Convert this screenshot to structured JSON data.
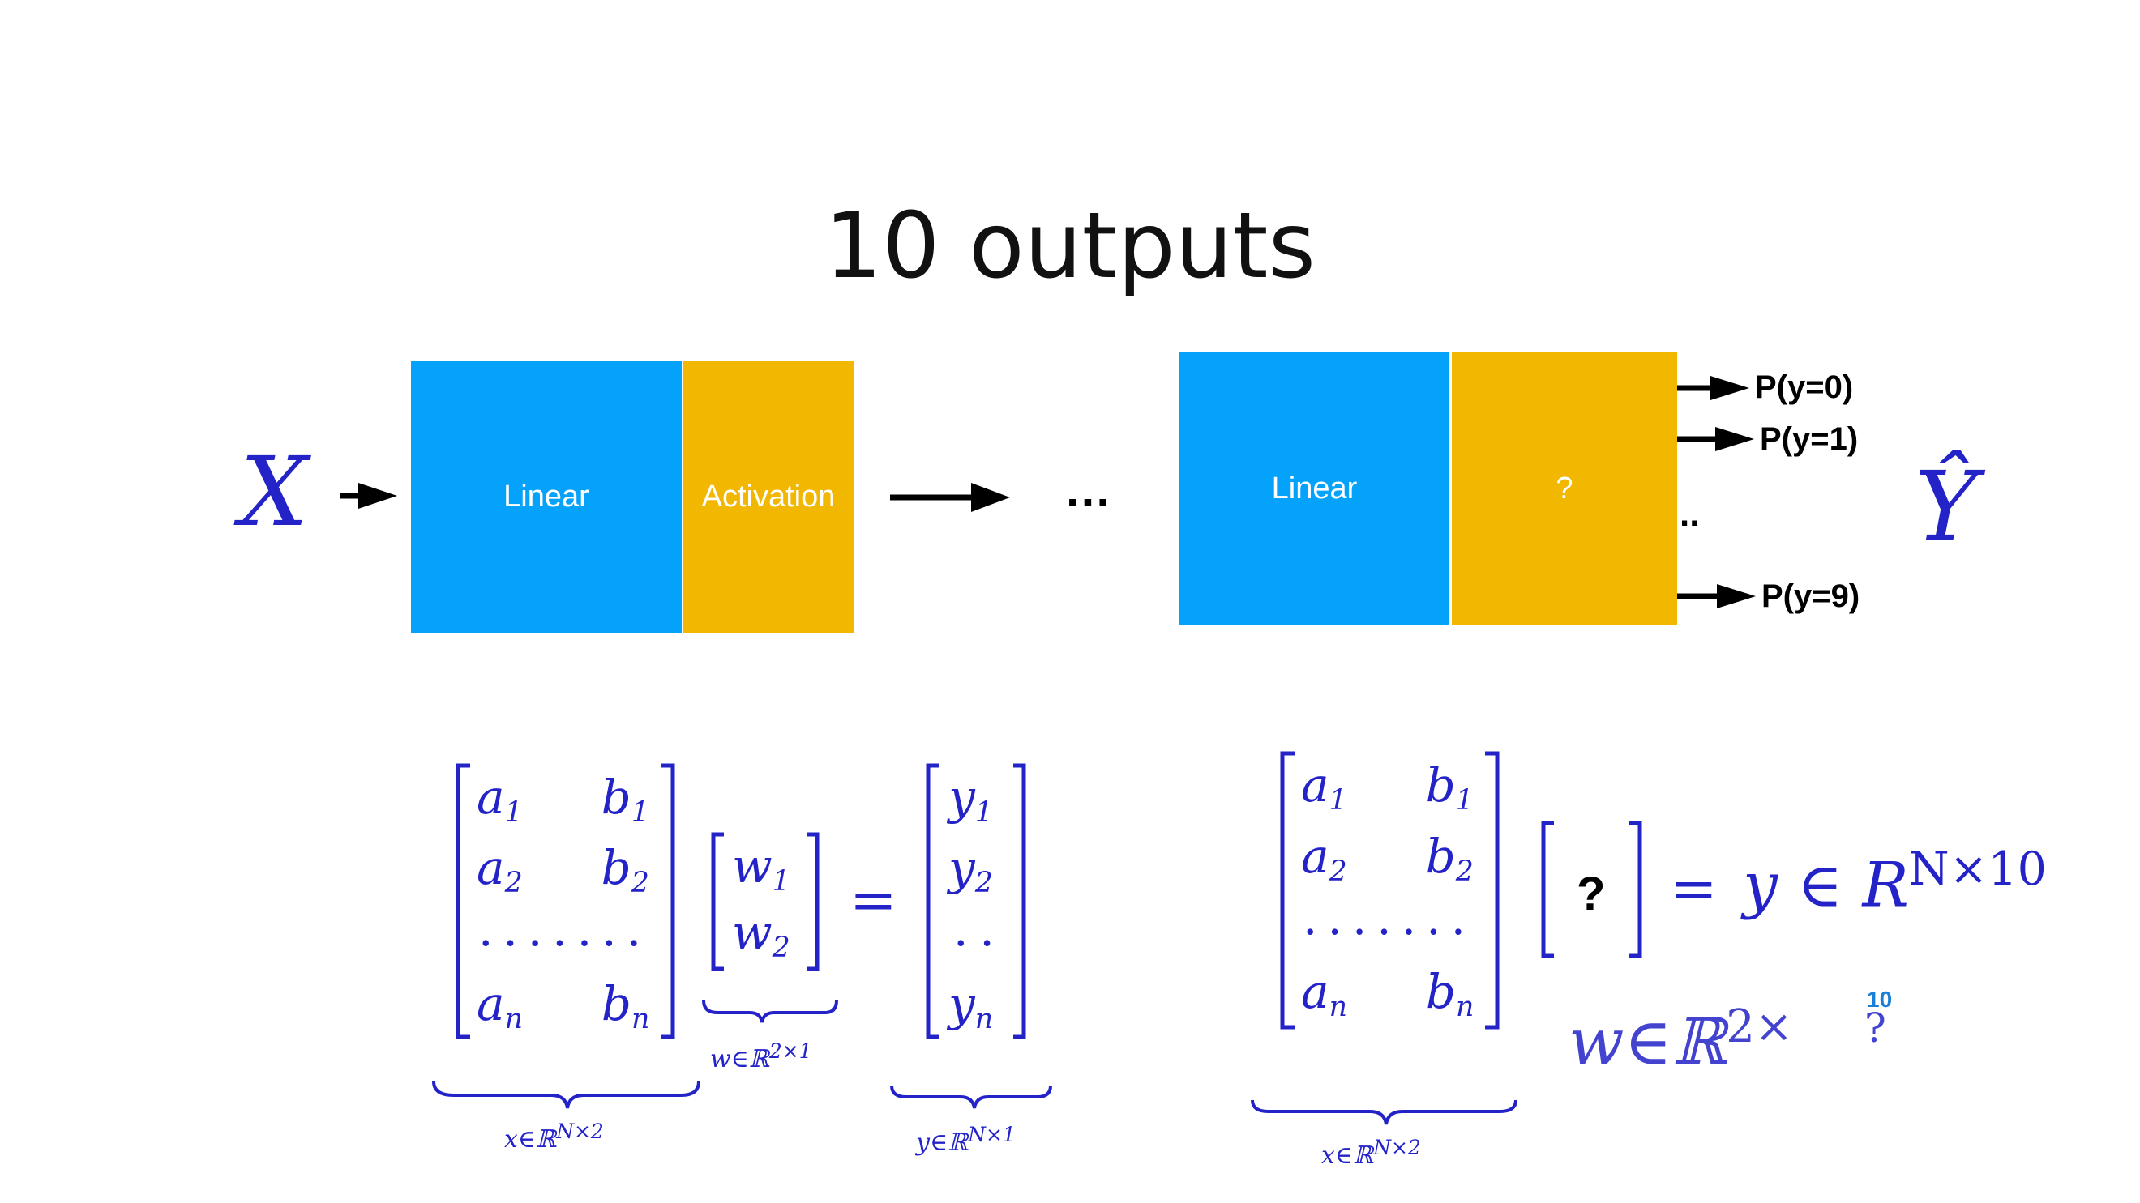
{
  "title": "10 outputs",
  "input_symbol": "X",
  "output_symbol": "Ŷ",
  "ellipsis_middle": "...",
  "ellipsis_outputs": "..",
  "blocks": {
    "left_linear": "Linear",
    "left_activation": "Activation",
    "right_linear": "Linear",
    "right_unknown": "?"
  },
  "outputs": [
    "P(y=0)",
    "P(y=1)",
    "P(y=9)"
  ],
  "left_eq": {
    "x_rows": [
      [
        "a",
        "1",
        "b",
        "1"
      ],
      [
        "a",
        "2",
        "b",
        "2"
      ],
      [
        "a",
        "n",
        "b",
        "n"
      ]
    ],
    "x_dots": ".......",
    "w_rows": [
      [
        "w",
        "1"
      ],
      [
        "w",
        "2"
      ]
    ],
    "equals": "=",
    "y_rows": [
      [
        "y",
        "1"
      ],
      [
        "y",
        "2"
      ],
      [
        "y",
        "n"
      ]
    ],
    "y_dots": "..",
    "x_label": "x∈ℝ",
    "x_label_sup": "N×2",
    "w_label": "w∈ℝ",
    "w_label_sup": "2×1",
    "y_label": "y∈ℝ",
    "y_label_sup": "N×1"
  },
  "right_eq": {
    "x_rows": [
      [
        "a",
        "1",
        "b",
        "1"
      ],
      [
        "a",
        "2",
        "b",
        "2"
      ],
      [
        "a",
        "n",
        "b",
        "n"
      ]
    ],
    "x_dots": ".......",
    "unknown": "?",
    "equals": "=",
    "result": "y ∈ R",
    "result_sup": "N×10",
    "w_text": "w∈ℝ",
    "w_sup": "2×",
    "w_sup_unknown": "?",
    "w_sup_small": "10",
    "x_label": "x∈ℝ",
    "x_label_sup": "N×2"
  },
  "colors": {
    "linear": "#05a2fb",
    "activation": "#f1b701",
    "math": "#2323c8"
  }
}
